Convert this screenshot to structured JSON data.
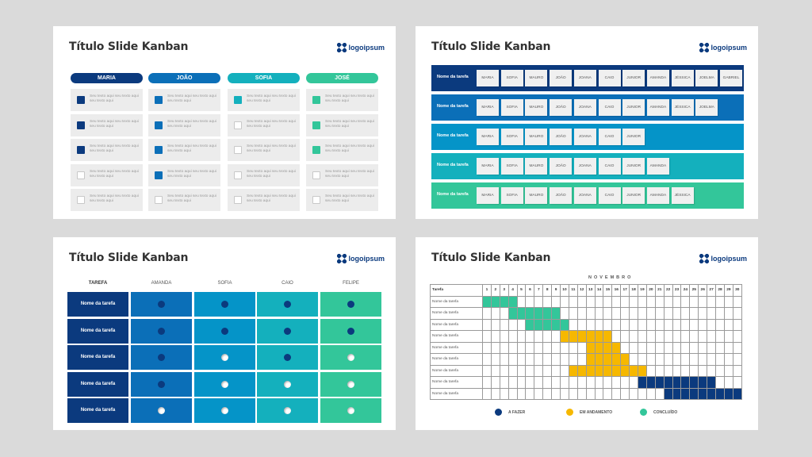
{
  "slide_title": "Título Slide Kanban",
  "logo_text": "logoipsum",
  "colors": {
    "navy": "#0b3a7e",
    "blue": "#0b6fb8",
    "blue_light": "#0594c8",
    "teal": "#14b0bd",
    "green": "#33c69a",
    "yellow": "#f6b800"
  },
  "slide1": {
    "columns": [
      {
        "name": "MARIA",
        "color": "#0b3a7e",
        "boxes": [
          "filled",
          "filled",
          "filled",
          "empty",
          "empty"
        ]
      },
      {
        "name": "JOÃO",
        "color": "#0b6fb8",
        "boxes": [
          "filled",
          "filled",
          "filled",
          "filled",
          "empty"
        ]
      },
      {
        "name": "SOFIA",
        "color": "#14b0bd",
        "boxes": [
          "filled",
          "empty",
          "empty",
          "empty",
          "empty"
        ]
      },
      {
        "name": "JOSÉ",
        "color": "#33c69a",
        "boxes": [
          "filled",
          "filled",
          "filled",
          "empty",
          "empty"
        ]
      }
    ],
    "card_text": "Seu texto aqui seu texto aqui seu texto aqui"
  },
  "slide2": {
    "rows": [
      {
        "label": "Nome da tarefa",
        "color": "#0b3a7e",
        "cards": [
          "MARIA",
          "SOFIA",
          "MAURO",
          "JOÃO",
          "JOANA",
          "CAIO",
          "JUNIOR",
          "AMANDA",
          "JÉSSICA",
          "JOELMA",
          "GABRIEL"
        ]
      },
      {
        "label": "Nome da tarefa",
        "color": "#0b6fb8",
        "cards": [
          "MARIA",
          "SOFIA",
          "MAURO",
          "JOÃO",
          "JOANA",
          "CAIO",
          "JUNIOR",
          "AMANDA",
          "JÉSSICA",
          "JOELMA"
        ]
      },
      {
        "label": "Nome da tarefa",
        "color": "#0594c8",
        "cards": [
          "MARIA",
          "SOFIA",
          "MAURO",
          "JOÃO",
          "JOANA",
          "CAIO",
          "JUNIOR"
        ]
      },
      {
        "label": "Nome da tarefa",
        "color": "#14b0bd",
        "cards": [
          "MARIA",
          "SOFIA",
          "MAURO",
          "JOÃO",
          "JOANA",
          "CAIO",
          "JUNIOR",
          "AMANDA"
        ]
      },
      {
        "label": "Nome da tarefa",
        "color": "#33c69a",
        "cards": [
          "MARIA",
          "SOFIA",
          "MAURO",
          "JOÃO",
          "JOANA",
          "CAIO",
          "JUNIOR",
          "AMANDA",
          "JÉSSICA"
        ]
      }
    ]
  },
  "slide3": {
    "headers": [
      "TAREFA",
      "AMANDA",
      "SOFIA",
      "CAIO",
      "FELIPE"
    ],
    "column_colors": [
      "#0b3a7e",
      "#0b6fb8",
      "#0594c8",
      "#14b0bd",
      "#33c69a"
    ],
    "rows": [
      {
        "label": "Nome da tarefa",
        "dots": [
          "full",
          "full",
          "full",
          "full"
        ]
      },
      {
        "label": "Nome da tarefa",
        "dots": [
          "full",
          "full",
          "full",
          "full"
        ]
      },
      {
        "label": "Nome da tarefa",
        "dots": [
          "full",
          "open",
          "full",
          "open"
        ]
      },
      {
        "label": "Nome da tarefa",
        "dots": [
          "full",
          "open",
          "open",
          "open"
        ]
      },
      {
        "label": "Nome da tarefa",
        "dots": [
          "open",
          "open",
          "open",
          "open"
        ]
      }
    ]
  },
  "slide4": {
    "month": "NOVEMBRO",
    "task_header": "Tarefa",
    "days": 30,
    "tasks": [
      {
        "label": "Nome da tarefa",
        "start": 1,
        "end": 4,
        "status": "done"
      },
      {
        "label": "Nome da tarefa",
        "start": 4,
        "end": 9,
        "status": "done"
      },
      {
        "label": "Nome da tarefa",
        "start": 6,
        "end": 10,
        "status": "done"
      },
      {
        "label": "Nome da tarefa",
        "start": 10,
        "end": 15,
        "status": "progress"
      },
      {
        "label": "Nome da tarefa",
        "start": 13,
        "end": 16,
        "status": "progress"
      },
      {
        "label": "Nome da tarefa",
        "start": 13,
        "end": 17,
        "status": "progress"
      },
      {
        "label": "Nome da tarefa",
        "start": 11,
        "end": 19,
        "status": "progress"
      },
      {
        "label": "Nome da tarefa",
        "start": 19,
        "end": 27,
        "status": "todo"
      },
      {
        "label": "Nome da tarefa",
        "start": 22,
        "end": 30,
        "status": "todo"
      }
    ],
    "legend": [
      {
        "label": "A FAZER",
        "status": "todo",
        "color": "#0b3a7e"
      },
      {
        "label": "EM ANDAMENTO",
        "status": "progress",
        "color": "#f6b800"
      },
      {
        "label": "CONCLUÍDO",
        "status": "done",
        "color": "#33c69a"
      }
    ]
  }
}
